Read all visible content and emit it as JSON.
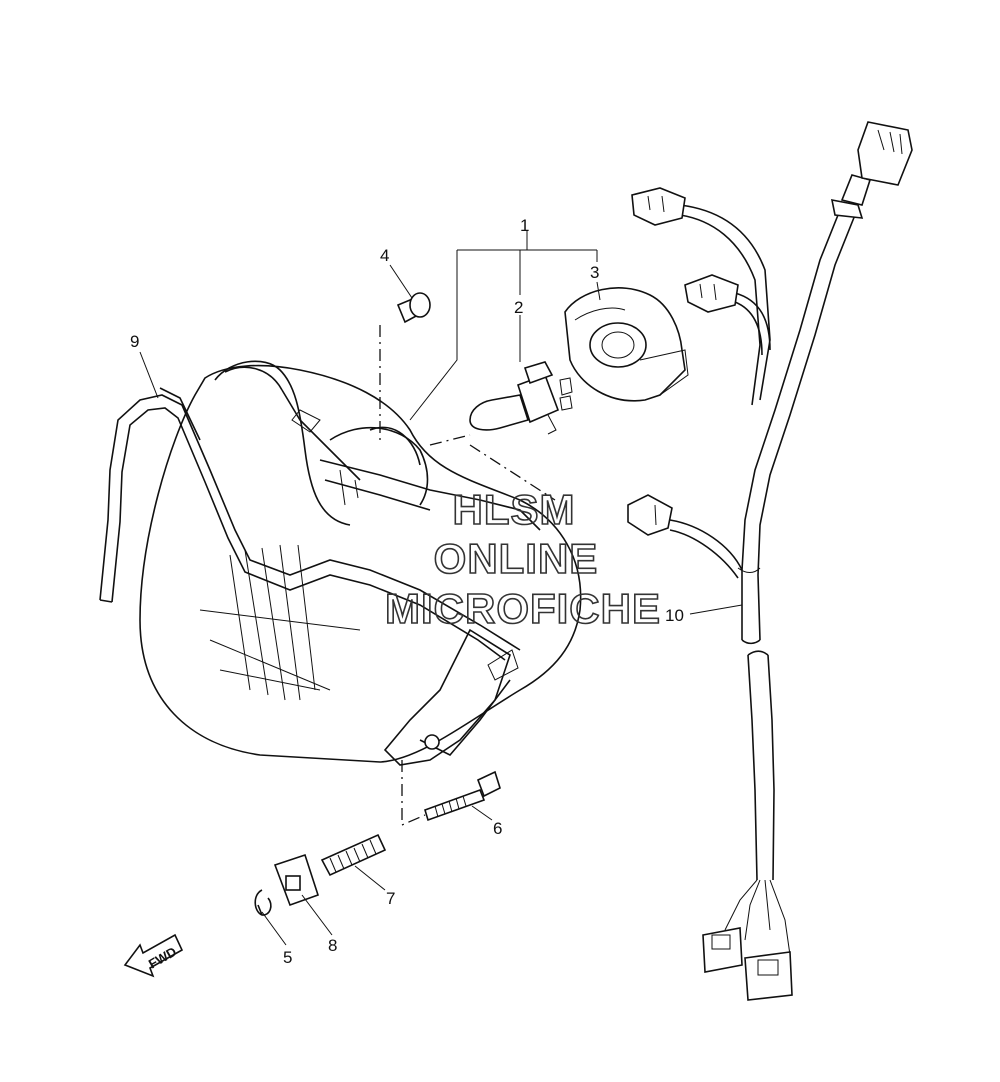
{
  "callouts": {
    "c1": "1",
    "c2": "2",
    "c3": "3",
    "c4": "4",
    "c5": "5",
    "c6": "6",
    "c7": "7",
    "c8": "8",
    "c9": "9",
    "c10": "10"
  },
  "fwd_label": "FWD",
  "watermark": {
    "line1": "HLSM",
    "line2": "ONLINE",
    "line3": "MICROFICHE"
  },
  "colors": {
    "ink": "#111111",
    "background": "#ffffff"
  }
}
